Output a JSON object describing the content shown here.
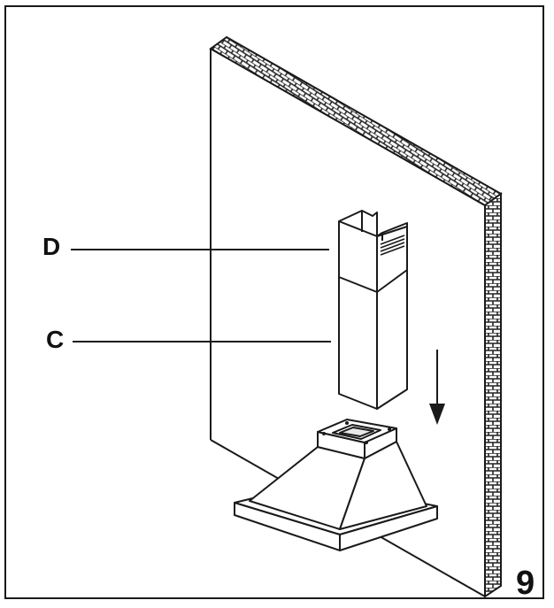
{
  "labels": {
    "d": "D",
    "c": "C"
  },
  "figure_number": "9",
  "colors": {
    "line": "#1a1a1a",
    "background": "#ffffff"
  }
}
